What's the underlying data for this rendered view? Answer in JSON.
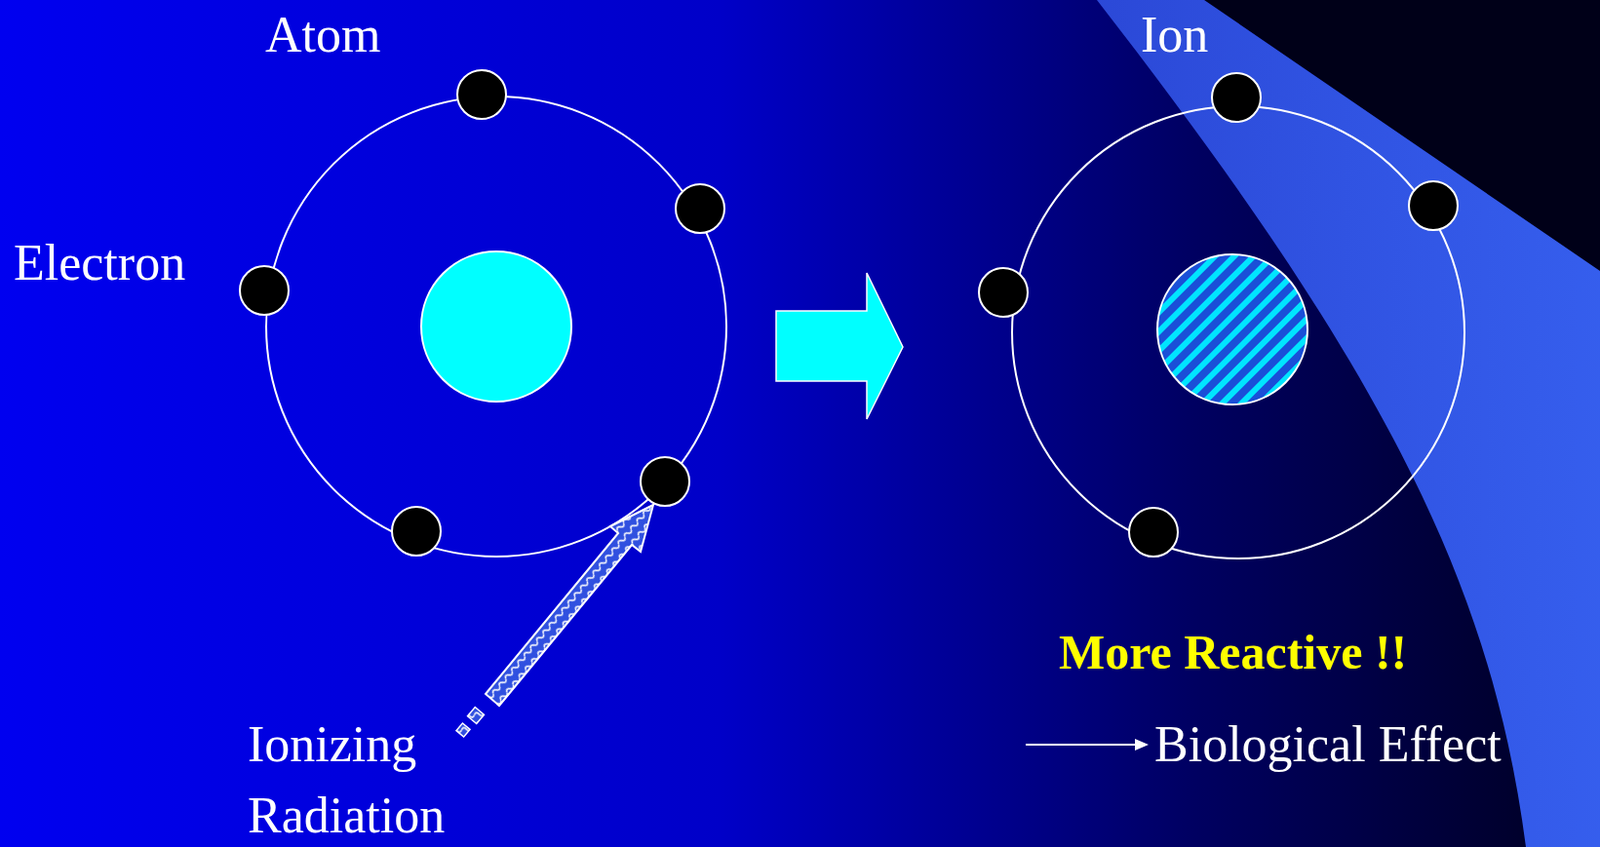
{
  "diagram": {
    "labels": [
      "Atom",
      "Electron",
      "Ionizing Radiation",
      "Ion",
      "More Reactive !!",
      "Biological Effect"
    ]
  }
}
